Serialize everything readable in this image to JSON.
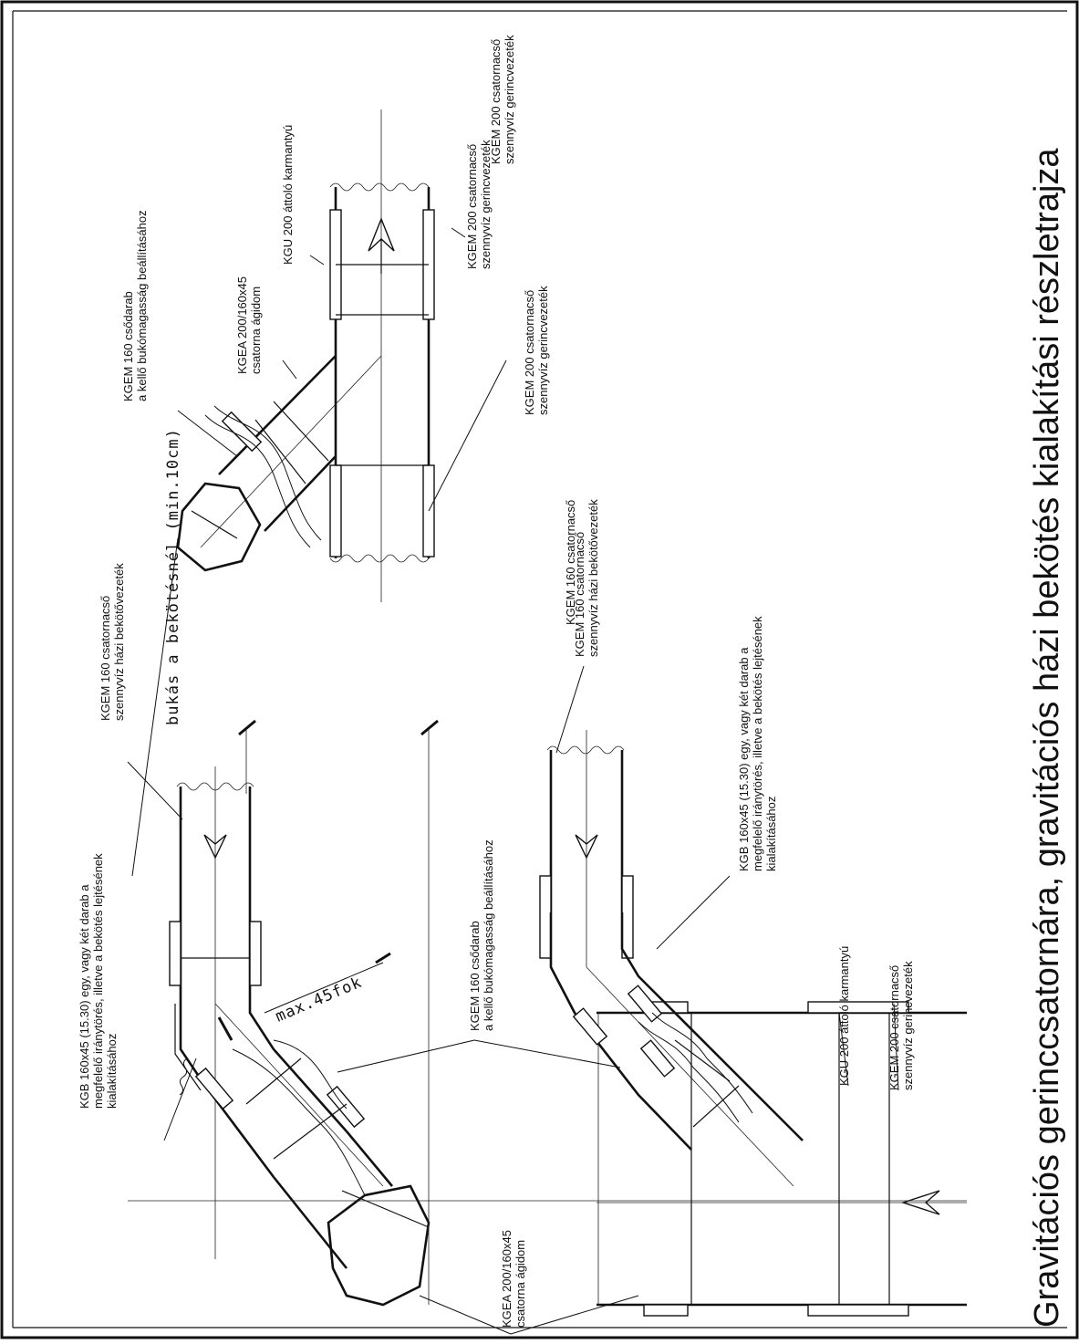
{
  "title": "Gravitációs gerinccsatornára, gravitációs házi bekötés kialakítási részletrajza",
  "dimensions": {
    "drop": "bukás a bekötésnél (min.10cm)",
    "angle": "max.45fok"
  },
  "labels": {
    "kgb_bend": [
      "KGB 160x45 (15.30) egy, vagy két darab a",
      "megfelelő iránytörés, illetve a bekötés lejtésének",
      "kialakításához"
    ],
    "kgem160_house_top": [
      "KGEM 160 csatornacső",
      "szennyvíz házi bekötővezeték"
    ],
    "kgem160_piece_mid": [
      "KGEM 160 csődarab",
      "a kellő bukómagasság beállításához"
    ],
    "kgea_bottom": [
      "KGEA 200/160x45",
      "csatorna ágidom"
    ],
    "kgem160_piece_top": [
      "KGEM 160 csődarab",
      "a kellő bukómagasság beállításához"
    ],
    "kgea_top": [
      "KGEA 200/160x45",
      "csatorna ágidom"
    ],
    "kgu_top": "KGU 200 áttoló karmantyú",
    "kgem200_top_right": [
      "KGEM 200 csatornacső",
      "szennyvíz gerincvezeték"
    ],
    "kgem200_top_mid": [
      "KGEM 200 csatornacső",
      "szennyvíz gerincvezeték"
    ],
    "kgem160_house_bottom": [
      "KGEM 160 csatornacső",
      "szennyvíz házi bekötővezeték"
    ],
    "kgb_bend_bottom": [
      "KGB 160x45 (15.30) egy, vagy két darab a",
      "megfelelő iránytörés, illetve a bekötés lejtésének",
      "kialakításához"
    ],
    "kgu_bottom": "KGU 200 áttoló karmantyú",
    "kgem200_bottom": [
      "KGEM 200 csatornacső",
      "szennyvíz gerincvezeték"
    ]
  }
}
